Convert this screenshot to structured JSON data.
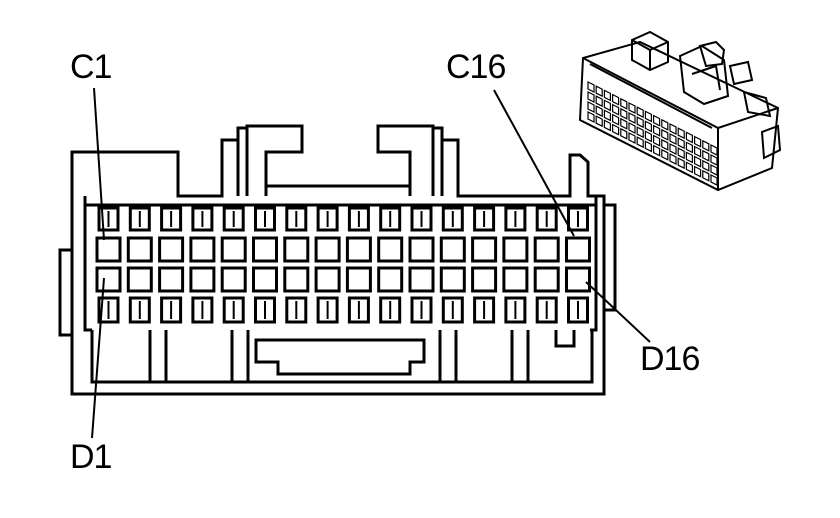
{
  "labels": {
    "c1": "C1",
    "c16": "C16",
    "d1": "D1",
    "d16": "D16"
  },
  "connector": {
    "columns": 16,
    "cavity_rows": [
      "C",
      "D"
    ]
  },
  "colors": {
    "line": "#000000",
    "background": "#ffffff"
  }
}
